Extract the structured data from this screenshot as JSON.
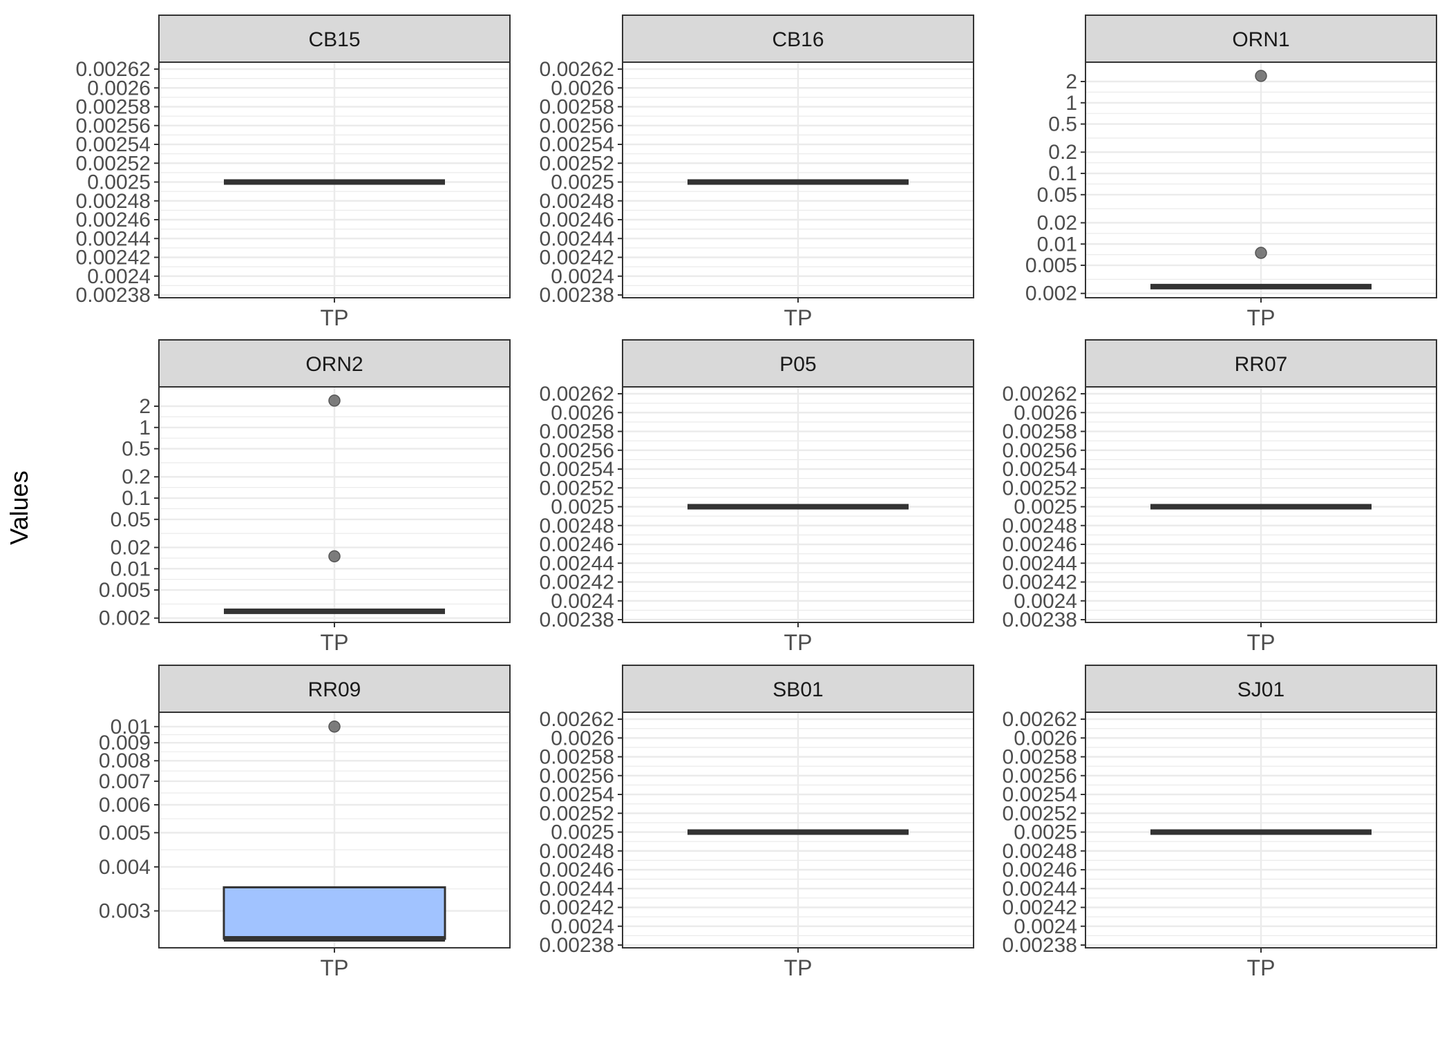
{
  "chart_data": {
    "type": "boxplot",
    "ylabel": "Values",
    "facets": [
      {
        "name": "CB15",
        "category": "TP",
        "scale": "linear",
        "ylim": [
          0.00238,
          0.00262
        ],
        "ticks": [
          0.00238,
          0.0024,
          0.00242,
          0.00244,
          0.00246,
          0.00248,
          0.0025,
          0.00252,
          0.00254,
          0.00256,
          0.00258,
          0.0026,
          0.00262
        ],
        "tick_labels": [
          "0.00238",
          "0.0024",
          "0.00242",
          "0.00244",
          "0.00246",
          "0.00248",
          "0.0025",
          "0.00252",
          "0.00254",
          "0.00256",
          "0.00258",
          "0.0026",
          "0.00262"
        ],
        "box": {
          "q1": 0.0025,
          "median": 0.0025,
          "q3": 0.0025
        },
        "outliers": []
      },
      {
        "name": "CB16",
        "category": "TP",
        "scale": "linear",
        "ylim": [
          0.00238,
          0.00262
        ],
        "ticks": [
          0.00238,
          0.0024,
          0.00242,
          0.00244,
          0.00246,
          0.00248,
          0.0025,
          0.00252,
          0.00254,
          0.00256,
          0.00258,
          0.0026,
          0.00262
        ],
        "tick_labels": [
          "0.00238",
          "0.0024",
          "0.00242",
          "0.00244",
          "0.00246",
          "0.00248",
          "0.0025",
          "0.00252",
          "0.00254",
          "0.00256",
          "0.00258",
          "0.0026",
          "0.00262"
        ],
        "box": {
          "q1": 0.0025,
          "median": 0.0025,
          "q3": 0.0025
        },
        "outliers": []
      },
      {
        "name": "ORN1",
        "category": "TP",
        "scale": "log",
        "ylim": [
          0.0019,
          3
        ],
        "ticks": [
          0.002,
          0.005,
          0.01,
          0.02,
          0.05,
          0.1,
          0.2,
          0.5,
          1,
          2
        ],
        "tick_labels": [
          "0.002",
          "0.005",
          "0.01",
          "0.02",
          "0.05",
          "0.1",
          "0.2",
          "0.5",
          "1",
          "2"
        ],
        "box": {
          "q1": 0.0025,
          "median": 0.0025,
          "q3": 0.0025
        },
        "outliers": [
          2.4,
          0.0075
        ]
      },
      {
        "name": "ORN2",
        "category": "TP",
        "scale": "log",
        "ylim": [
          0.0019,
          3
        ],
        "ticks": [
          0.002,
          0.005,
          0.01,
          0.02,
          0.05,
          0.1,
          0.2,
          0.5,
          1,
          2
        ],
        "tick_labels": [
          "0.002",
          "0.005",
          "0.01",
          "0.02",
          "0.05",
          "0.1",
          "0.2",
          "0.5",
          "1",
          "2"
        ],
        "box": {
          "q1": 0.0025,
          "median": 0.0025,
          "q3": 0.0025
        },
        "outliers": [
          2.4,
          0.015
        ]
      },
      {
        "name": "P05",
        "category": "TP",
        "scale": "linear",
        "ylim": [
          0.00238,
          0.00262
        ],
        "ticks": [
          0.00238,
          0.0024,
          0.00242,
          0.00244,
          0.00246,
          0.00248,
          0.0025,
          0.00252,
          0.00254,
          0.00256,
          0.00258,
          0.0026,
          0.00262
        ],
        "tick_labels": [
          "0.00238",
          "0.0024",
          "0.00242",
          "0.00244",
          "0.00246",
          "0.00248",
          "0.0025",
          "0.00252",
          "0.00254",
          "0.00256",
          "0.00258",
          "0.0026",
          "0.00262"
        ],
        "box": {
          "q1": 0.0025,
          "median": 0.0025,
          "q3": 0.0025
        },
        "outliers": []
      },
      {
        "name": "RR07",
        "category": "TP",
        "scale": "linear",
        "ylim": [
          0.00238,
          0.00262
        ],
        "ticks": [
          0.00238,
          0.0024,
          0.00242,
          0.00244,
          0.00246,
          0.00248,
          0.0025,
          0.00252,
          0.00254,
          0.00256,
          0.00258,
          0.0026,
          0.00262
        ],
        "tick_labels": [
          "0.00238",
          "0.0024",
          "0.00242",
          "0.00244",
          "0.00246",
          "0.00248",
          "0.0025",
          "0.00252",
          "0.00254",
          "0.00256",
          "0.00258",
          "0.0026",
          "0.00262"
        ],
        "box": {
          "q1": 0.0025,
          "median": 0.0025,
          "q3": 0.0025
        },
        "outliers": []
      },
      {
        "name": "RR09",
        "category": "TP",
        "scale": "log",
        "ylim": [
          0.0024,
          0.0105
        ],
        "ticks": [
          0.003,
          0.004,
          0.005,
          0.006,
          0.007,
          0.008,
          0.009,
          0.01
        ],
        "tick_labels": [
          "0.003",
          "0.004",
          "0.005",
          "0.006",
          "0.007",
          "0.008",
          "0.009",
          "0.01"
        ],
        "box": {
          "q1": 0.0025,
          "median": 0.0025,
          "q3": 0.0035
        },
        "fill": "#a1c3ff",
        "outliers": [
          0.01
        ]
      },
      {
        "name": "SB01",
        "category": "TP",
        "scale": "linear",
        "ylim": [
          0.00238,
          0.00262
        ],
        "ticks": [
          0.00238,
          0.0024,
          0.00242,
          0.00244,
          0.00246,
          0.00248,
          0.0025,
          0.00252,
          0.00254,
          0.00256,
          0.00258,
          0.0026,
          0.00262
        ],
        "tick_labels": [
          "0.00238",
          "0.0024",
          "0.00242",
          "0.00244",
          "0.00246",
          "0.00248",
          "0.0025",
          "0.00252",
          "0.00254",
          "0.00256",
          "0.00258",
          "0.0026",
          "0.00262"
        ],
        "box": {
          "q1": 0.0025,
          "median": 0.0025,
          "q3": 0.0025
        },
        "outliers": []
      },
      {
        "name": "SJ01",
        "category": "TP",
        "scale": "linear",
        "ylim": [
          0.00238,
          0.00262
        ],
        "ticks": [
          0.00238,
          0.0024,
          0.00242,
          0.00244,
          0.00246,
          0.00248,
          0.0025,
          0.00252,
          0.00254,
          0.00256,
          0.00258,
          0.0026,
          0.00262
        ],
        "tick_labels": [
          "0.00238",
          "0.0024",
          "0.00242",
          "0.00244",
          "0.00246",
          "0.00248",
          "0.0025",
          "0.00252",
          "0.00254",
          "0.00256",
          "0.00258",
          "0.0026",
          "0.00262"
        ],
        "box": {
          "q1": 0.0025,
          "median": 0.0025,
          "q3": 0.0025
        },
        "outliers": []
      }
    ],
    "colors": {
      "strip_fill": "#d9d9d9",
      "panel_border": "#333333",
      "grid": "#ebebeb",
      "box_line": "#333333",
      "outlier": "#6e6e6e",
      "box_fill": "#a1c3ff"
    },
    "grid": true,
    "legend": "none"
  }
}
